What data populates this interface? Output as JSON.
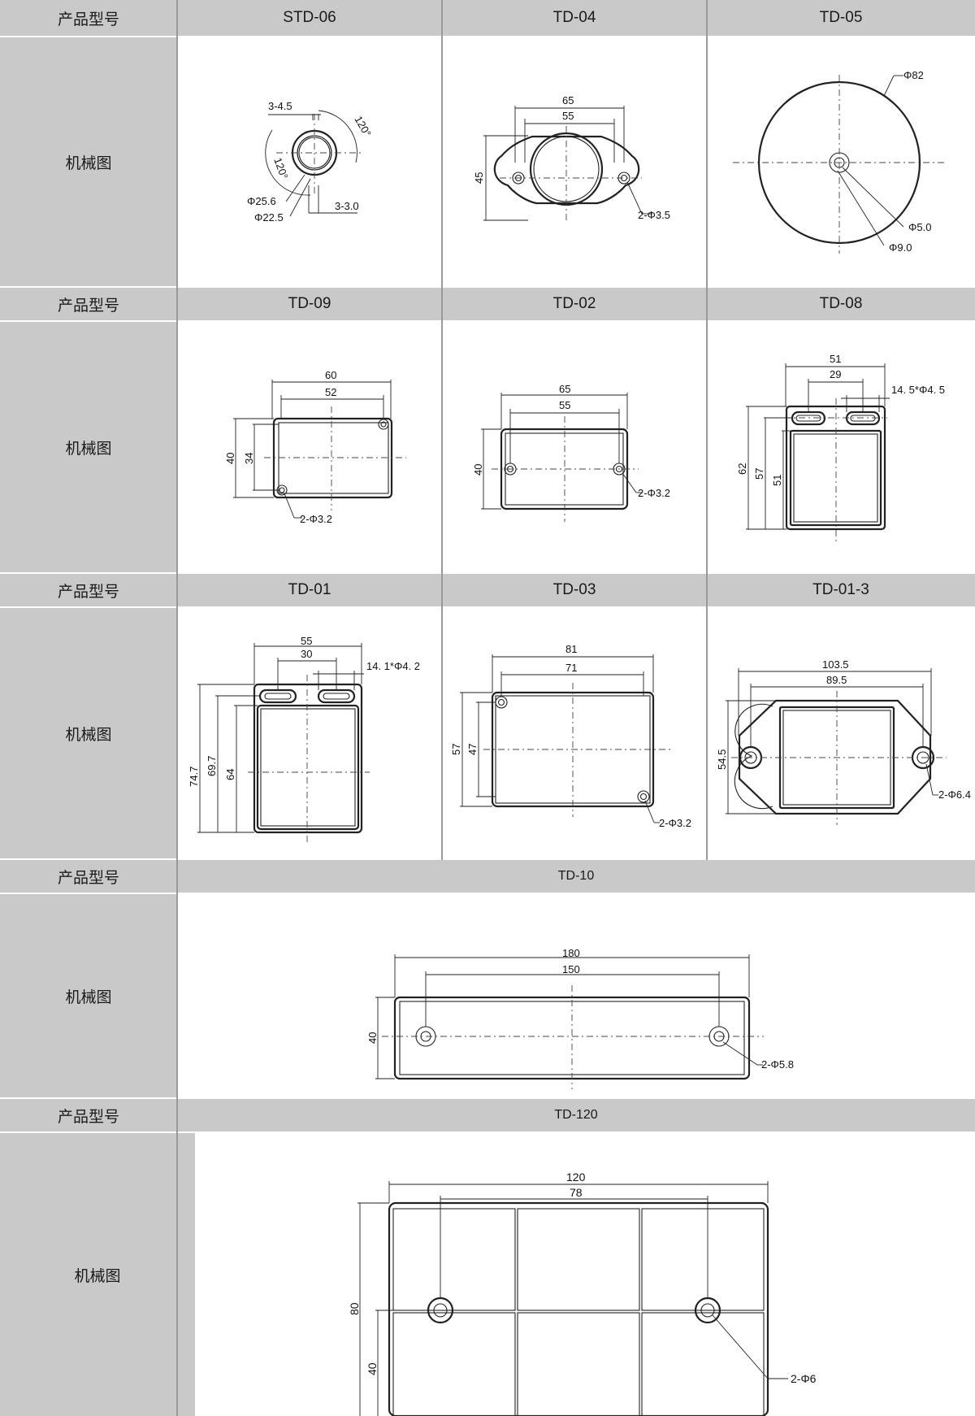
{
  "labels": {
    "model": "产品型号",
    "drawing": "机械图"
  },
  "products": [
    {
      "id": "STD-06",
      "dims": {
        "a": "3-4.5",
        "b": "120°",
        "c": "120°",
        "d": "Φ25.6",
        "e": "Φ22.5",
        "f": "3-3.0"
      }
    },
    {
      "id": "TD-04",
      "dims": {
        "w": "65",
        "w2": "55",
        "h": "45",
        "hole": "2-Φ3.5"
      }
    },
    {
      "id": "TD-05",
      "dims": {
        "d": "Φ82",
        "h1": "Φ5.0",
        "h2": "Φ9.0"
      }
    },
    {
      "id": "TD-09",
      "dims": {
        "w": "60",
        "w2": "52",
        "h": "40",
        "h2": "34",
        "hole": "2-Φ3.2"
      }
    },
    {
      "id": "TD-02",
      "dims": {
        "w": "65",
        "w2": "55",
        "h": "40",
        "hole": "2-Φ3.2"
      }
    },
    {
      "id": "TD-08",
      "dims": {
        "w": "51",
        "w2": "29",
        "slot": "14. 5*Φ4. 5",
        "h": "62",
        "h2": "57",
        "h3": "51"
      }
    },
    {
      "id": "TD-01",
      "dims": {
        "w": "55",
        "w2": "30",
        "slot": "14. 1*Φ4. 2",
        "h": "74.7",
        "h2": "69.7",
        "h3": "64"
      }
    },
    {
      "id": "TD-03",
      "dims": {
        "w": "81",
        "w2": "71",
        "h": "57",
        "h2": "47",
        "hole": "2-Φ3.2"
      }
    },
    {
      "id": "TD-01-3",
      "dims": {
        "w": "103.5",
        "w2": "89.5",
        "h": "54.5",
        "hole": "2-Φ6.4"
      }
    },
    {
      "id": "TD-10",
      "dims": {
        "w": "180",
        "w2": "150",
        "h": "40",
        "hole": "2-Φ5.8"
      }
    },
    {
      "id": "TD-120",
      "dims": {
        "w": "120",
        "w2": "78",
        "h": "80",
        "h2": "40",
        "hole": "2-Φ6"
      }
    }
  ]
}
